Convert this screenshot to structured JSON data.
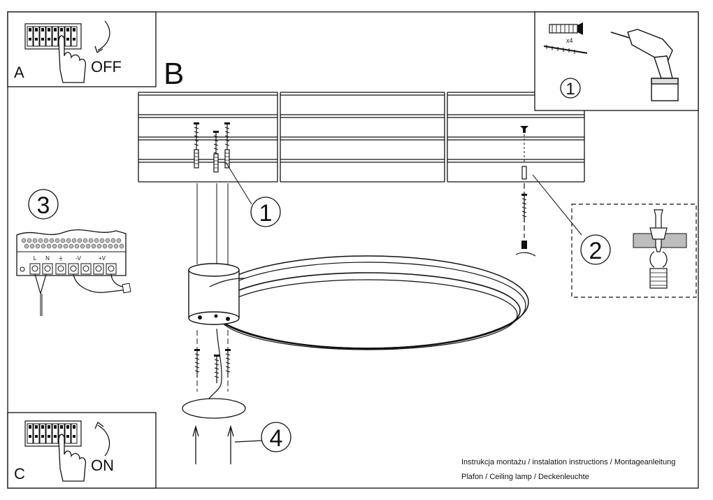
{
  "panels": {
    "a": {
      "letter": "A",
      "caption": "OFF"
    },
    "b": {
      "letter": "B"
    },
    "c": {
      "letter": "C",
      "caption": "ON"
    }
  },
  "steps": {
    "tools_number": "1",
    "anchor_number": "1",
    "detail_number": "2",
    "wiring_number": "3",
    "cover_number": "4"
  },
  "hardware": {
    "quantity": "x4"
  },
  "terminal_block": {
    "labels": [
      "L",
      "N",
      "⏚",
      "-V",
      "+V"
    ]
  },
  "footer": {
    "line1": "Instrukcja montażu / instalation instructions / Montageanleitung",
    "line2": "Plafon / Ceiling lamp / Deckenleuchte"
  },
  "colors": {
    "ink": "#111111",
    "wood": "#c9c9c9",
    "background": "#ffffff"
  },
  "icons": [
    "breaker-icon",
    "hand-icon",
    "rotate-arrow-icon",
    "drill-icon",
    "wall-plug-icon",
    "screw-icon",
    "ring-lamp-icon",
    "terminal-block-icon"
  ]
}
